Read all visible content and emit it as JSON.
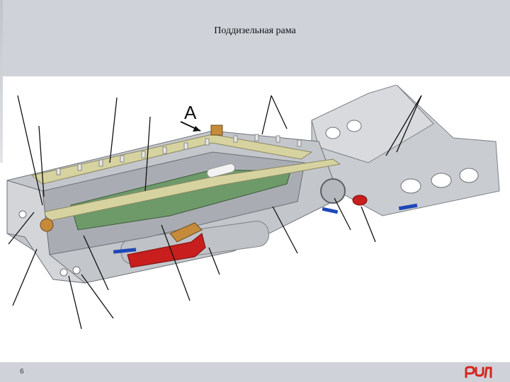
{
  "slide": {
    "title": "Поддизельная рама",
    "page_number": "6",
    "logo": {
      "name": "rzd-logo",
      "text": "РЖД",
      "color": "#d7261e"
    }
  },
  "diagram": {
    "callout_letter": "A",
    "colors": {
      "frame": "#c9ccd1",
      "frame_dark": "#a9adb3",
      "deck": "#d6d3a0",
      "green": "#6e9a6a",
      "red": "#c81e1e",
      "blue": "#1f47b8",
      "orange": "#c58a3a",
      "leader": "#111111"
    }
  }
}
